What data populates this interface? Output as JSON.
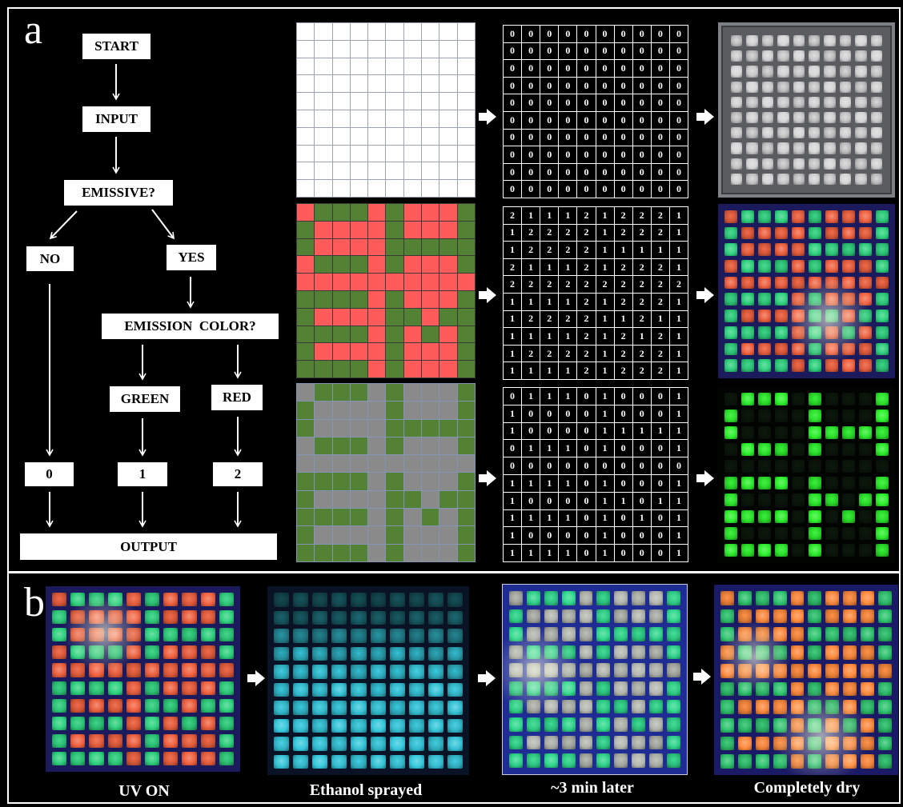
{
  "figure": {
    "panel_a_label": "a",
    "panel_b_label": "b"
  },
  "flowchart": {
    "start": "START",
    "input": "INPUT",
    "emissive": "EMISSIVE?",
    "no": "NO",
    "yes": "YES",
    "emission_color": "EMISSION  COLOR?",
    "green": "GREEN",
    "red": "RED",
    "value_0": "0",
    "value_1": "1",
    "value_2": "2",
    "output": "OUTPUT"
  },
  "matrices": {
    "blank": [
      [
        0,
        0,
        0,
        0,
        0,
        0,
        0,
        0,
        0,
        0
      ],
      [
        0,
        0,
        0,
        0,
        0,
        0,
        0,
        0,
        0,
        0
      ],
      [
        0,
        0,
        0,
        0,
        0,
        0,
        0,
        0,
        0,
        0
      ],
      [
        0,
        0,
        0,
        0,
        0,
        0,
        0,
        0,
        0,
        0
      ],
      [
        0,
        0,
        0,
        0,
        0,
        0,
        0,
        0,
        0,
        0
      ],
      [
        0,
        0,
        0,
        0,
        0,
        0,
        0,
        0,
        0,
        0
      ],
      [
        0,
        0,
        0,
        0,
        0,
        0,
        0,
        0,
        0,
        0
      ],
      [
        0,
        0,
        0,
        0,
        0,
        0,
        0,
        0,
        0,
        0
      ],
      [
        0,
        0,
        0,
        0,
        0,
        0,
        0,
        0,
        0,
        0
      ],
      [
        0,
        0,
        0,
        0,
        0,
        0,
        0,
        0,
        0,
        0
      ]
    ],
    "emission": [
      [
        2,
        1,
        1,
        1,
        2,
        1,
        2,
        2,
        2,
        1
      ],
      [
        1,
        2,
        2,
        2,
        2,
        1,
        2,
        2,
        2,
        1
      ],
      [
        1,
        2,
        2,
        2,
        2,
        1,
        1,
        1,
        1,
        1
      ],
      [
        2,
        1,
        1,
        1,
        2,
        1,
        2,
        2,
        2,
        1
      ],
      [
        2,
        2,
        2,
        2,
        2,
        2,
        2,
        2,
        2,
        2
      ],
      [
        1,
        1,
        1,
        1,
        2,
        1,
        2,
        2,
        2,
        1
      ],
      [
        1,
        2,
        2,
        2,
        2,
        1,
        1,
        2,
        1,
        1
      ],
      [
        1,
        1,
        1,
        1,
        2,
        1,
        2,
        1,
        2,
        1
      ],
      [
        1,
        2,
        2,
        2,
        2,
        1,
        2,
        2,
        2,
        1
      ],
      [
        1,
        1,
        1,
        1,
        2,
        1,
        2,
        2,
        2,
        1
      ]
    ],
    "green": [
      [
        0,
        1,
        1,
        1,
        0,
        1,
        0,
        0,
        0,
        1
      ],
      [
        1,
        0,
        0,
        0,
        0,
        1,
        0,
        0,
        0,
        1
      ],
      [
        1,
        0,
        0,
        0,
        0,
        1,
        1,
        1,
        1,
        1
      ],
      [
        0,
        1,
        1,
        1,
        0,
        1,
        0,
        0,
        0,
        1
      ],
      [
        0,
        0,
        0,
        0,
        0,
        0,
        0,
        0,
        0,
        0
      ],
      [
        1,
        1,
        1,
        1,
        0,
        1,
        0,
        0,
        0,
        1
      ],
      [
        1,
        0,
        0,
        0,
        0,
        1,
        1,
        0,
        1,
        1
      ],
      [
        1,
        1,
        1,
        1,
        0,
        1,
        0,
        1,
        0,
        1
      ],
      [
        1,
        0,
        0,
        0,
        0,
        1,
        0,
        0,
        0,
        1
      ],
      [
        1,
        1,
        1,
        1,
        0,
        1,
        0,
        0,
        0,
        1
      ]
    ]
  },
  "panel_b": {
    "captions": [
      "UV ON",
      "Ethanol sprayed",
      "~3 min later",
      "Completely dry"
    ]
  },
  "colors": {
    "grid_white": "#ffffff",
    "grid_red": "#ff5b5b",
    "grid_green": "#548235",
    "grid_gray": "#8a8a8a",
    "plate_bg": "#5a5c60",
    "plate_well": "#d6d6d6",
    "uv_bg": "#1b1a5c",
    "uv_red": "#f0603e",
    "uv_green": "#2ed27e",
    "green_bg": "#020402",
    "green_on": "#2cf02c",
    "green_off": "#0e1c0e",
    "ethanol_bg": "#0a1226",
    "ethanol_well": "#35c8dc",
    "later_bg": "#1f2c94",
    "later_well_a": "#2fd88c",
    "later_well_b": "#b4b8b0",
    "dry_bg": "#1a1a66",
    "dry_red": "#ff8a3c",
    "dry_green": "#2ec46e"
  }
}
